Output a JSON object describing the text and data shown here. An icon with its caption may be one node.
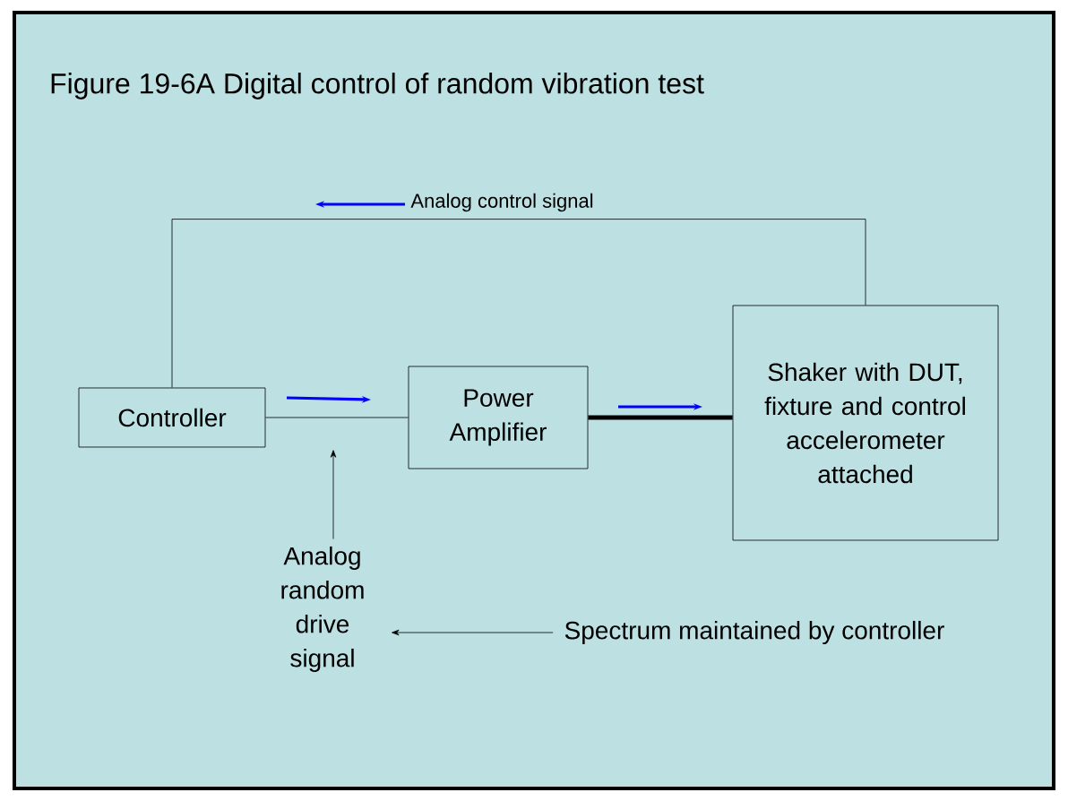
{
  "diagram": {
    "title": "Figure 19-6A   Digital control of random vibration test",
    "nodes": [
      {
        "text": [
          "Controller"
        ]
      },
      {
        "text": [
          "Power Amplifier"
        ]
      },
      {
        "text": [
          "Shaker with DUT, fixture and control accelerometer attached"
        ]
      },
      {
        "text": [
          "Analog random drive signal"
        ]
      },
      {
        "text": [
          "Spectrum maintained by controller"
        ]
      }
    ],
    "edges": [
      {
        "from": 0,
        "to": 1,
        "arrow": "none"
      },
      {
        "from": 1,
        "to": 2,
        "arrow": "none",
        "style": "thick"
      },
      {
        "from": 2,
        "to": 0,
        "arrow": "none",
        "label": "Analog control signal"
      },
      {
        "from": 3,
        "to": null,
        "arrow": "to"
      },
      {
        "from": 4,
        "to": 3,
        "arrow": "to"
      }
    ]
  }
}
